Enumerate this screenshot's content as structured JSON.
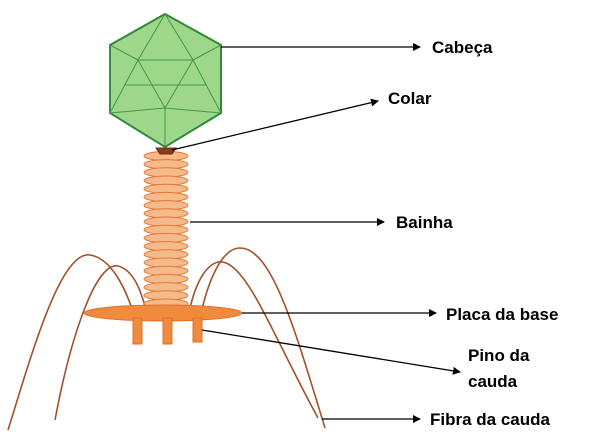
{
  "labels": {
    "head": "Cabeça",
    "collar": "Colar",
    "sheath": "Bainha",
    "base_plate": "Placa da base",
    "tail_pin_line1": "Pino da",
    "tail_pin_line2": "cauda",
    "tail_fiber": "Fibra da cauda"
  },
  "colors": {
    "head_fill": "#9ed68a",
    "head_stroke": "#2e8b3a",
    "sheath_fill": "#f5b98a",
    "sheath_stroke": "#e07a3a",
    "base_fill": "#f08a3c",
    "fiber": "#a0522d",
    "pointer": "#000000"
  }
}
